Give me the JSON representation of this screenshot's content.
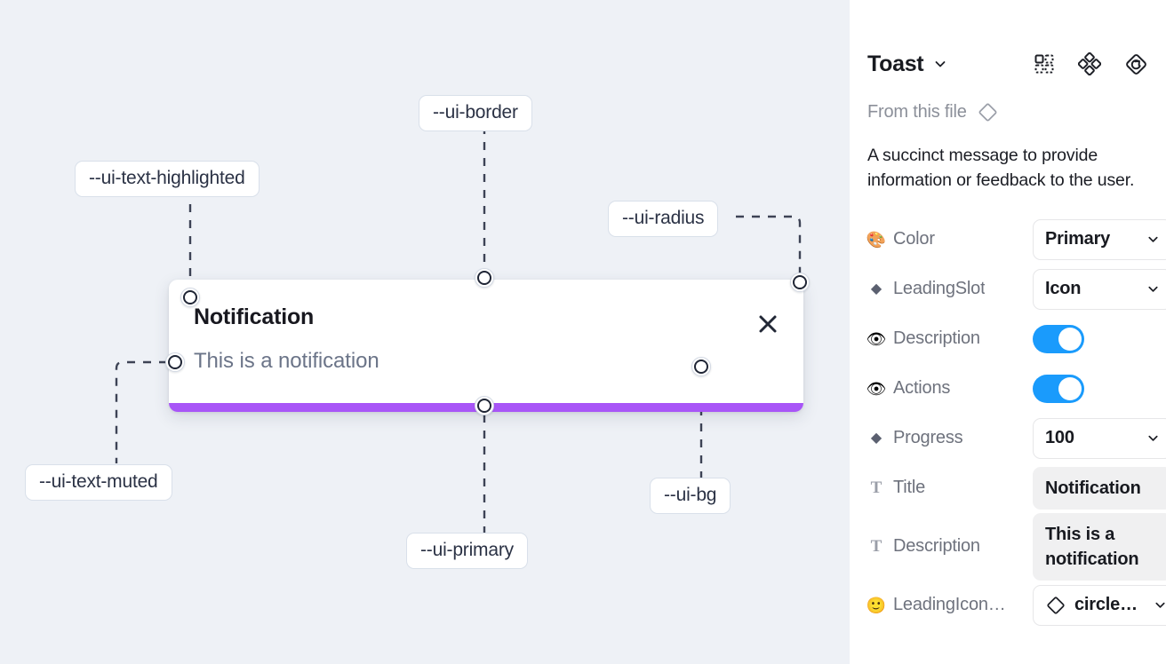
{
  "canvas": {
    "background": "#eef1f6",
    "toast": {
      "title": "Notification",
      "description": "This is a notification",
      "close_icon": "close-icon",
      "progress_color": "#a855f7",
      "card_color": "#ffffff"
    },
    "annotations": [
      {
        "id": "text-highlighted",
        "label": "--ui-text-highlighted"
      },
      {
        "id": "border",
        "label": "--ui-border"
      },
      {
        "id": "radius",
        "label": "--ui-radius"
      },
      {
        "id": "text-muted",
        "label": "--ui-text-muted"
      },
      {
        "id": "primary",
        "label": "--ui-primary"
      },
      {
        "id": "bg",
        "label": "--ui-bg"
      }
    ]
  },
  "panel": {
    "title": "Toast",
    "title_chevron_icon": "chevron-down-icon",
    "header_icons": [
      {
        "name": "component-set-icon"
      },
      {
        "name": "variants-icon"
      },
      {
        "name": "reset-instance-icon"
      }
    ],
    "from_file": {
      "label": "From this file",
      "icon": "diamond-icon"
    },
    "description": "A succinct message to provide information or feedback to the user.",
    "accent": "#1a9bfc",
    "properties": [
      {
        "icon": "palette-icon",
        "glyph": "🎨",
        "name": "Color",
        "type": "select",
        "value": "Primary"
      },
      {
        "icon": "diamond-icon",
        "glyph": "◆",
        "name": "LeadingSlot",
        "type": "select",
        "value": "Icon"
      },
      {
        "icon": "eye-icon",
        "glyph": "👁",
        "name": "Description",
        "type": "toggle",
        "value": "on"
      },
      {
        "icon": "eye-icon",
        "glyph": "👁",
        "name": "Actions",
        "type": "toggle",
        "value": "on"
      },
      {
        "icon": "diamond-icon",
        "glyph": "◆",
        "name": "Progress",
        "type": "select",
        "value": "100"
      },
      {
        "icon": "text-icon",
        "glyph": "T",
        "name": "Title",
        "type": "text",
        "value": "Notification"
      },
      {
        "icon": "text-icon",
        "glyph": "T",
        "name": "Description",
        "type": "text",
        "value": "This is a notification"
      },
      {
        "icon": "emoji-icon",
        "glyph": "🙂",
        "name": "LeadingIcon…",
        "type": "icon-select",
        "value": "circle…"
      }
    ]
  }
}
